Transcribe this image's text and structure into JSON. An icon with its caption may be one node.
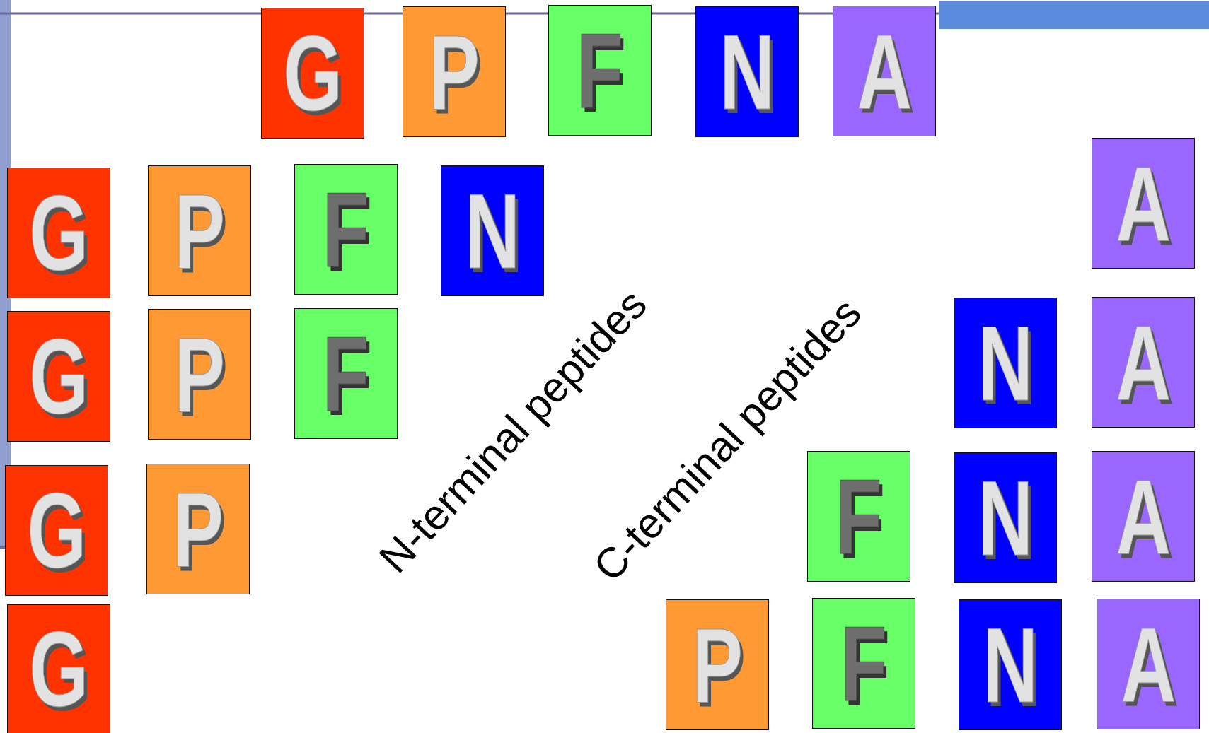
{
  "diagram": {
    "nodes": [
      {
        "text": [
          "G"
        ]
      },
      {
        "text": [
          "P"
        ]
      },
      {
        "text": [
          "F"
        ]
      },
      {
        "text": [
          "N"
        ]
      },
      {
        "text": [
          "A"
        ]
      },
      {
        "text": [
          "G"
        ]
      },
      {
        "text": [
          "P"
        ]
      },
      {
        "text": [
          "F"
        ]
      },
      {
        "text": [
          "N"
        ]
      },
      {
        "text": [
          "A"
        ]
      },
      {
        "text": [
          "G"
        ]
      },
      {
        "text": [
          "P"
        ]
      },
      {
        "text": [
          "F"
        ]
      },
      {
        "text": [
          "N"
        ]
      },
      {
        "text": [
          "A"
        ]
      },
      {
        "text": [
          "G"
        ]
      },
      {
        "text": [
          "P"
        ]
      },
      {
        "text": [
          "F"
        ]
      },
      {
        "text": [
          "N"
        ]
      },
      {
        "text": [
          "A"
        ]
      },
      {
        "text": [
          "G"
        ]
      },
      {
        "text": [
          "P"
        ]
      },
      {
        "text": [
          "F"
        ]
      },
      {
        "text": [
          "N"
        ]
      },
      {
        "text": [
          "A"
        ]
      }
    ],
    "labels": [
      "N-terminal peptides",
      "C-terminal peptides"
    ]
  }
}
